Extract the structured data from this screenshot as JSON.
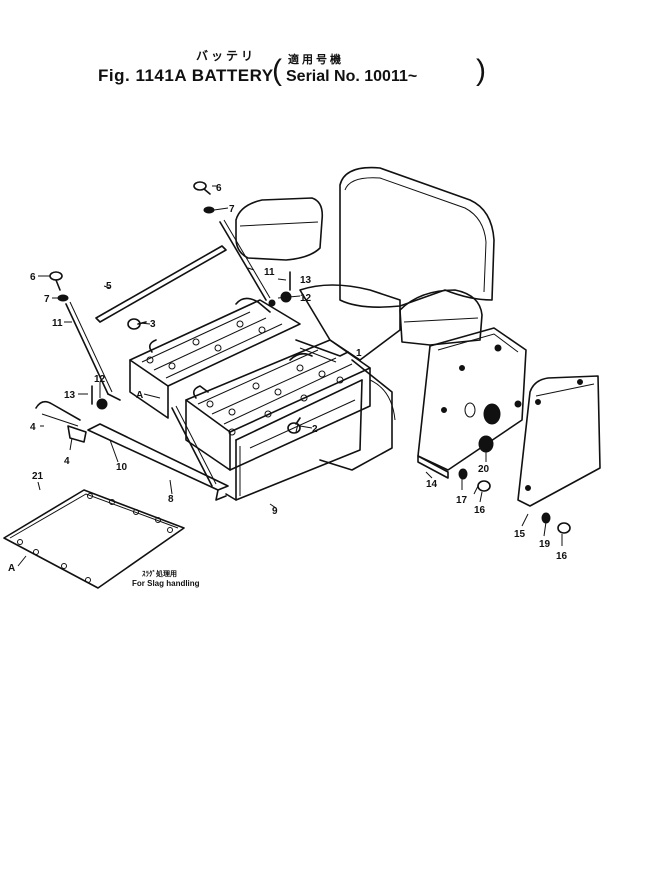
{
  "header": {
    "kana": "バッテリ",
    "title": "Fig. 1141A BATTERY",
    "paren_open": "(",
    "serial_jp": "適用号機",
    "serial": "Serial No. 10011~",
    "paren_close": ")"
  },
  "callouts": {
    "c1": "1",
    "c2": "2",
    "c3": "3",
    "c4a": "4",
    "c4b": "4",
    "c5": "5",
    "c6a": "6",
    "c6b": "6",
    "c7a": "7",
    "c7b": "7",
    "c8": "8",
    "c9": "9",
    "c10": "10",
    "c11a": "11",
    "c11b": "11",
    "c12a": "12",
    "c12b": "12",
    "c13a": "13",
    "c13b": "13",
    "c14": "14",
    "c15": "15",
    "c16a": "16",
    "c16b": "16",
    "c17": "17",
    "c19": "19",
    "c20": "20",
    "c21": "21",
    "ca1": "A",
    "ca2": "A"
  },
  "notes": {
    "jp": "ｽﾗｸﾞ処理用",
    "en": "For Slag handling"
  }
}
